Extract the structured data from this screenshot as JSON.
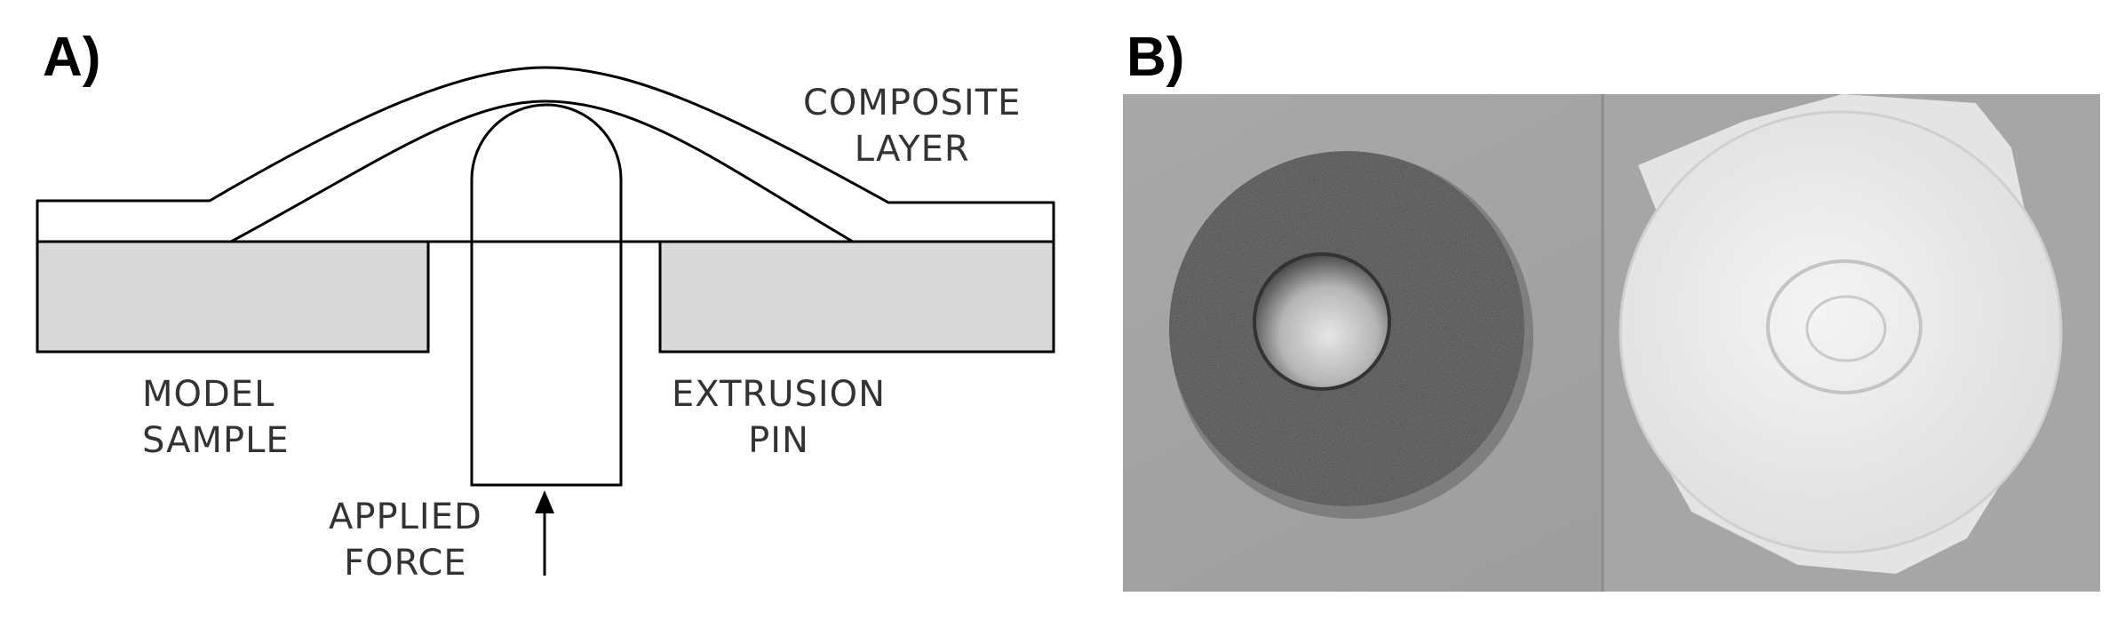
{
  "panel_a": {
    "letter": "A)",
    "labels": {
      "composite_layer": [
        "COMPOSITE",
        "LAYER"
      ],
      "model_sample": [
        "MODEL",
        "SAMPLE"
      ],
      "extrusion_pin": [
        "EXTRUSION",
        "PIN"
      ],
      "applied_force": [
        "APPLIED",
        "FORCE"
      ]
    },
    "colors": {
      "sample_fill": "#d9d9d9",
      "stroke": "#000000"
    }
  },
  "panel_b": {
    "letter": "B)",
    "colors": {
      "background": "#a3a3a3",
      "porous_disc": "#6f6f6f",
      "coated_disc": "#ececec"
    }
  }
}
